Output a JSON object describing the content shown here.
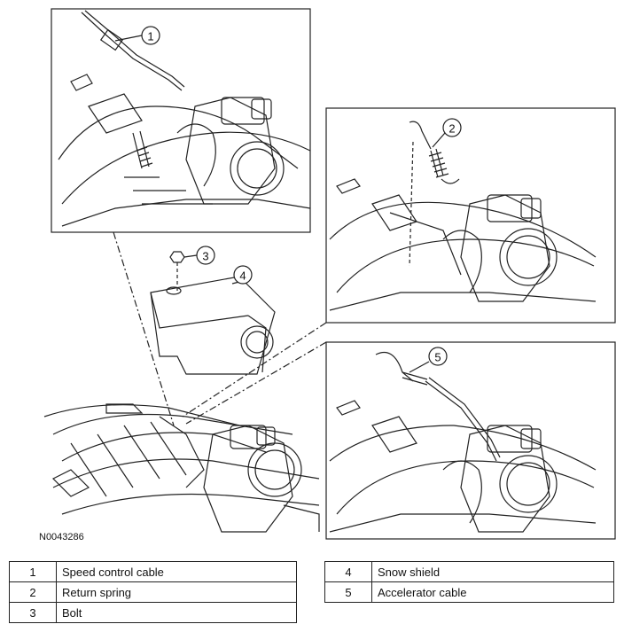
{
  "callouts": [
    "1",
    "2",
    "3",
    "4",
    "5"
  ],
  "figure_code": "N0043286",
  "legend_left": [
    {
      "num": "1",
      "label": "Speed control cable"
    },
    {
      "num": "2",
      "label": "Return spring"
    },
    {
      "num": "3",
      "label": "Bolt"
    }
  ],
  "legend_right": [
    {
      "num": "4",
      "label": "Snow shield"
    },
    {
      "num": "5",
      "label": "Accelerator cable"
    }
  ]
}
